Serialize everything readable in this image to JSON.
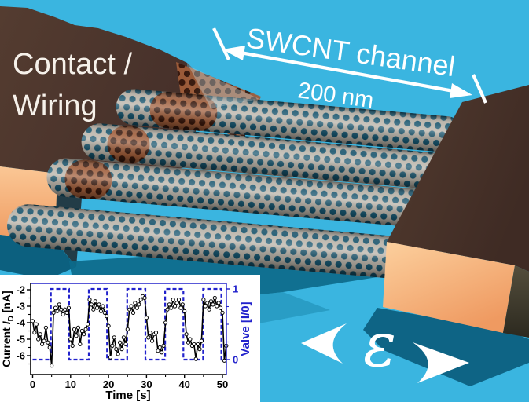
{
  "figure": {
    "labels": {
      "contact_line1": "Contact /",
      "contact_line2": "Wiring",
      "channel_label": "SWCNT channel",
      "channel_length": "200 nm",
      "strain_symbol": "ε"
    },
    "colors": {
      "background": "#3ab5e0",
      "contact_top": "#4a332a",
      "contact_front_light": "#fbc795",
      "contact_front_dark": "#ee9a60",
      "contact_side_olive": "#4f4938",
      "tube_gray": "#b6b0a5",
      "tube_hole": "#15526b",
      "copper": "#9e5c39",
      "copper_hole": "#38180c",
      "ground_shadow": "#0d688a",
      "label_white": "#ffffff",
      "chart_blue": "#2222cc",
      "chart_black": "#000000"
    }
  },
  "chart_data": {
    "type": "line",
    "title": "",
    "xlabel": "Time [s]",
    "ylabel_left_parts": {
      "pre": "Current ",
      "var": "I",
      "sub": "D",
      "post": " [nA]"
    },
    "ylabel_right": "Valve [I/0]",
    "xlim": [
      0,
      51
    ],
    "ylim_left": [
      -7.1,
      -1.6
    ],
    "x_ticks": [
      0,
      10,
      20,
      30,
      40,
      50
    ],
    "x_minor_ticks": [
      5,
      15,
      25,
      35,
      45
    ],
    "y_ticks": [
      -2,
      -3,
      -4,
      -5,
      -6
    ],
    "y_minor_ticks": [
      -2.5,
      -3.5,
      -4.5,
      -5.5,
      -6.5
    ],
    "right_ticks": [
      0,
      1
    ],
    "right_minor_ticks": [
      0.25,
      0.5,
      0.75
    ],
    "legend_position": "none",
    "grid": false,
    "series": [
      {
        "name": "current",
        "color": "#000000",
        "marker": "open-circle",
        "x": [
          0,
          0.5,
          1,
          1.5,
          2,
          2.5,
          3,
          3.5,
          4,
          4.5,
          5,
          5.5,
          6,
          6.5,
          7,
          7.5,
          8,
          8.5,
          9,
          9.5,
          10,
          10.5,
          11,
          11.5,
          12,
          12.5,
          13,
          13.5,
          14,
          14.5,
          15,
          15.5,
          16,
          16.5,
          17,
          17.5,
          18,
          18.5,
          19,
          19.5,
          20,
          20.5,
          21,
          21.5,
          22,
          22.5,
          23,
          23.5,
          24,
          24.5,
          25,
          25.5,
          26,
          26.5,
          27,
          27.5,
          28,
          28.5,
          29,
          29.5,
          30,
          30.5,
          31,
          31.5,
          32,
          32.5,
          33,
          33.5,
          34,
          34.5,
          35,
          35.5,
          36,
          36.5,
          37,
          37.5,
          38,
          38.5,
          39,
          39.5,
          40,
          40.5,
          41,
          41.5,
          42,
          42.5,
          43,
          43.5,
          44,
          44.5,
          45,
          45.5,
          46,
          46.5,
          47,
          47.5,
          48,
          48.5,
          49,
          49.5,
          50,
          50.5,
          51
        ],
        "y": [
          -3.9,
          -4.6,
          -4.1,
          -5.0,
          -4.7,
          -5.3,
          -5.1,
          -4.3,
          -5.2,
          -5.5,
          -6.6,
          -3.4,
          -3.1,
          -3.3,
          -2.9,
          -3.2,
          -3.5,
          -3.2,
          -3.4,
          -3.1,
          -5.0,
          -5.4,
          -4.4,
          -4.8,
          -4.3,
          -5.3,
          -4.5,
          -4.7,
          -4.4,
          -4.1,
          -2.6,
          -2.9,
          -3.2,
          -2.7,
          -3.1,
          -2.9,
          -3.3,
          -3.0,
          -3.4,
          -3.6,
          -4.2,
          -6.1,
          -5.4,
          -4.9,
          -5.6,
          -5.9,
          -5.2,
          -5.6,
          -4.9,
          -5.3,
          -4.4,
          -3.2,
          -3.0,
          -3.4,
          -2.8,
          -3.1,
          -2.9,
          -2.6,
          -2.4,
          -2.5,
          -3.7,
          -4.9,
          -4.6,
          -5.1,
          -4.7,
          -4.6,
          -5.7,
          -5.5,
          -5.8,
          -5.4,
          -4.0,
          -3.2,
          -2.9,
          -3.1,
          -2.6,
          -3.0,
          -2.8,
          -2.6,
          -3.1,
          -2.9,
          -3.3,
          -4.7,
          -5.2,
          -5.0,
          -5.4,
          -5.3,
          -6.2,
          -5.3,
          -5.6,
          -5.1,
          -2.6,
          -3.0,
          -2.8,
          -3.2,
          -2.7,
          -2.9,
          -2.5,
          -3.0,
          -2.8,
          -3.1,
          -3.4,
          -6.3,
          -5.4
        ]
      },
      {
        "name": "valve",
        "color": "#2222cc",
        "style": "dashed",
        "levels": {
          "off": 0,
          "on": 1
        },
        "on_intervals": [
          [
            4.8,
            9.6
          ],
          [
            14.8,
            19.6
          ],
          [
            24.9,
            29.7
          ],
          [
            34.9,
            39.7
          ],
          [
            44.9,
            49.7
          ]
        ]
      }
    ]
  }
}
